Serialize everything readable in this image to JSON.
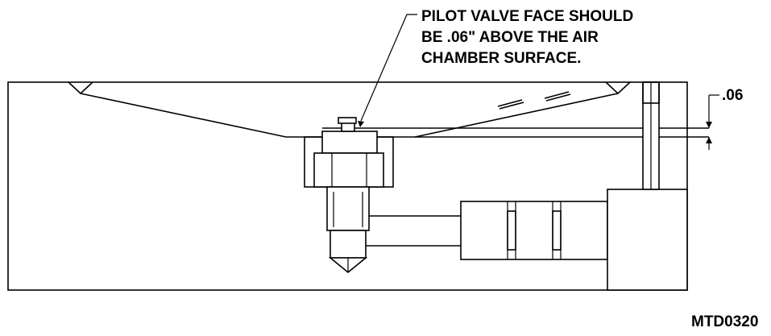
{
  "note": {
    "lines": [
      "PILOT VALVE FACE SHOULD",
      "BE .06\" ABOVE THE AIR",
      "CHAMBER SURFACE."
    ]
  },
  "dimension": {
    "value": ".06"
  },
  "drawing_id": "MTD0320"
}
